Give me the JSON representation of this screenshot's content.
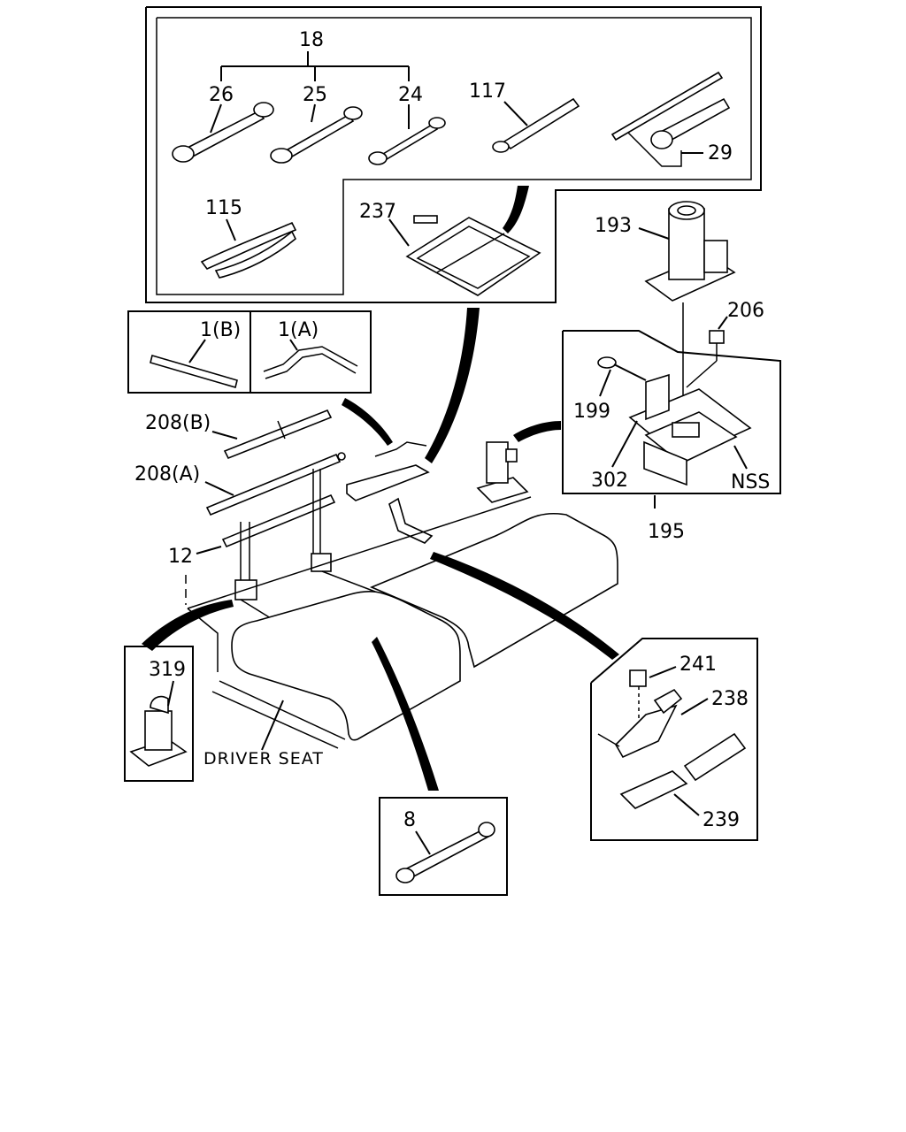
{
  "diagram": {
    "caption": "DRIVER SEAT",
    "labels": {
      "p18": "18",
      "p26": "26",
      "p25": "25",
      "p24": "24",
      "p117": "117",
      "p29": "29",
      "p115": "115",
      "p237": "237",
      "p193": "193",
      "p206": "206",
      "p1b": "1(B)",
      "p1a": "1(A)",
      "p199": "199",
      "p208b": "208(B)",
      "p208a": "208(A)",
      "p302": "302",
      "nss": "NSS",
      "p195": "195",
      "p12": "12",
      "p319": "319",
      "p241": "241",
      "p238": "238",
      "p239": "239",
      "p8": "8"
    }
  }
}
